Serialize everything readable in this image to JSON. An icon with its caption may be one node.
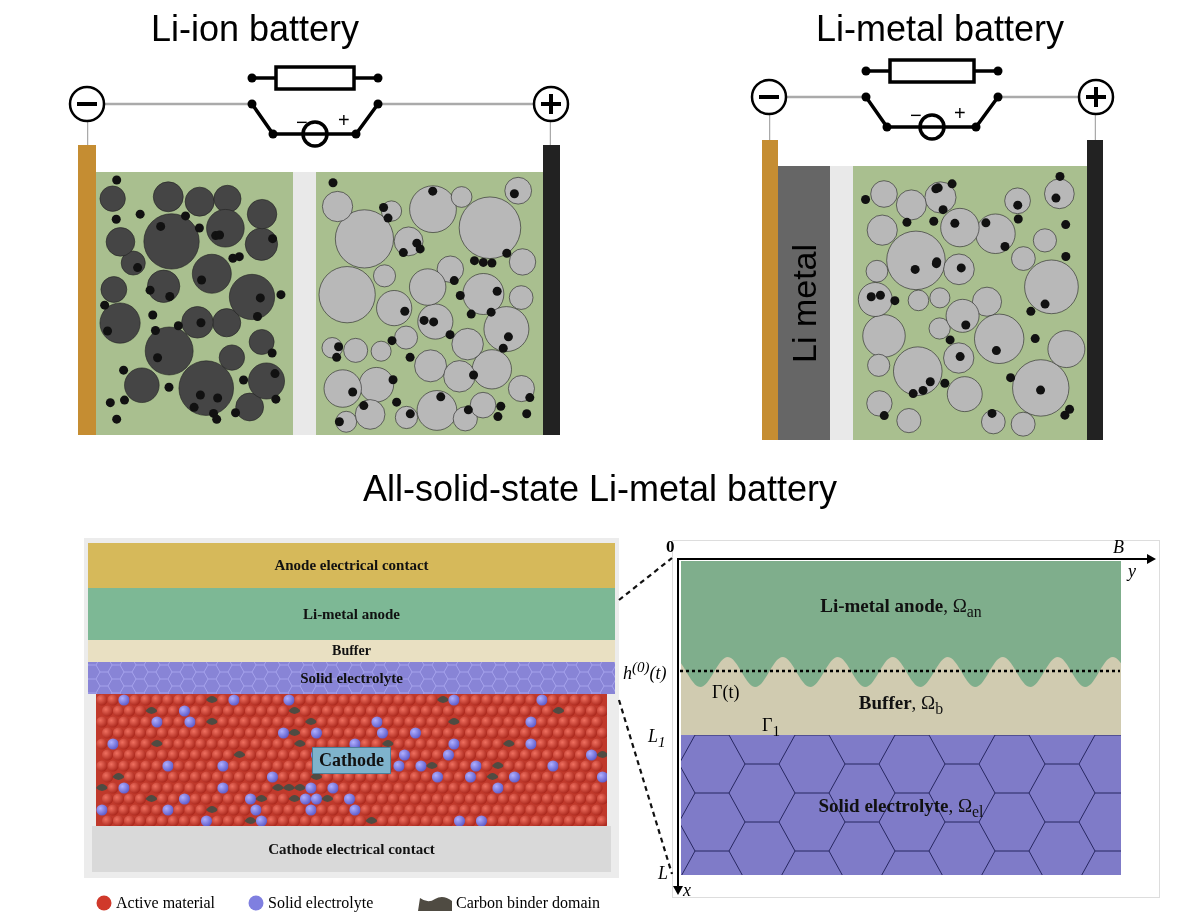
{
  "diagram": {
    "nodes": [
      {
        "text": [
          "Li-ion battery"
        ]
      },
      {
        "text": [
          "Li-metal battery"
        ]
      },
      {
        "text": [
          "Li metal"
        ],
        "in": 1
      },
      {
        "text": [
          "All-solid-state Li-metal battery"
        ]
      },
      {
        "text": [],
        "shape": "picture",
        "in": 3
      },
      {
        "text": [
          "Anode electrical contact"
        ],
        "in": 4
      },
      {
        "text": [
          "Li-metal anode"
        ],
        "in": 4
      },
      {
        "text": [
          "Buffer"
        ],
        "in": 4
      },
      {
        "text": [
          "Solid electrolyte"
        ],
        "in": 4
      },
      {
        "text": [
          "Cathode"
        ],
        "in": 4
      },
      {
        "text": [
          "Cathode electrical contact"
        ],
        "in": 4
      },
      {
        "text": [],
        "shape": "box",
        "in": 3
      },
      {
        "text": [
          "**Li-metal anode**, Ω$_{an}$"
        ],
        "in": 11
      },
      {
        "text": [
          "**Buffer**, Ω$_{b}$"
        ],
        "in": 11
      },
      {
        "text": [
          "**Solid electrolyte**, Ω$_{el}$"
        ],
        "in": 11
      }
    ],
    "edges": [
      {
        "from": 4,
        "to": 11,
        "arrow": "none",
        "style": "dashed"
      },
      {
        "from": 4,
        "to": 11,
        "arrow": "none",
        "style": "dashed"
      }
    ],
    "labels": [
      "−",
      "+",
      "−",
      "+",
      "0",
      "B",
      "y",
      "h$^{(0)}$(t)",
      "Γ(t)",
      "Γ$_{1}$",
      "L$_{1}$",
      "L",
      "x"
    ],
    "legend": [
      {
        "text": "Active material",
        "color": "#d0392b"
      },
      {
        "text": "Solid electrolyte",
        "color": "#7f7fe0"
      },
      {
        "text": "Carbon binder domain",
        "color": "#4f4b42"
      }
    ]
  }
}
